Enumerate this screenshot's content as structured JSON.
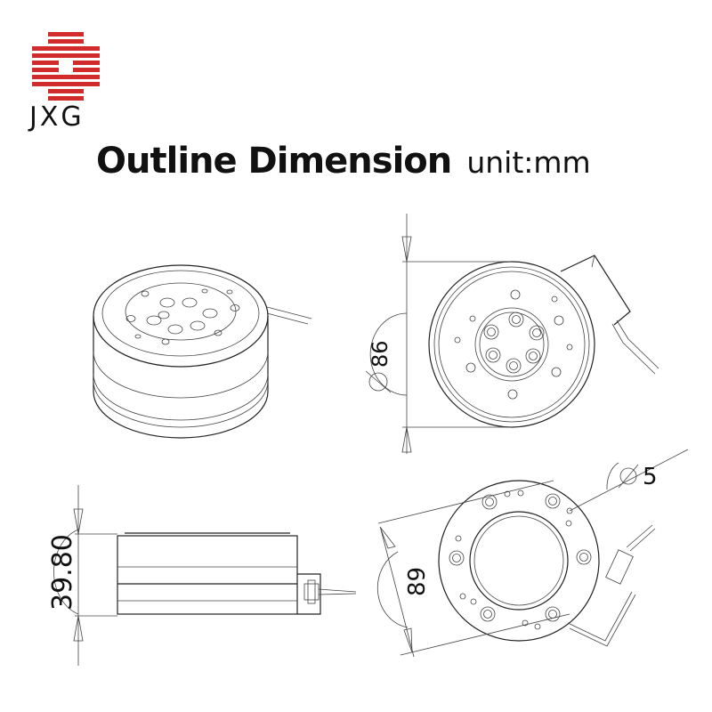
{
  "brand": {
    "name": "JXG",
    "accent": "#d22b2b"
  },
  "header": {
    "title": "Outline Dimension",
    "unit": "unit:mm"
  },
  "dimensions": {
    "outer_diameter": "86",
    "height": "39.80",
    "hole_diameter": "5",
    "bolt_circle": "89"
  }
}
